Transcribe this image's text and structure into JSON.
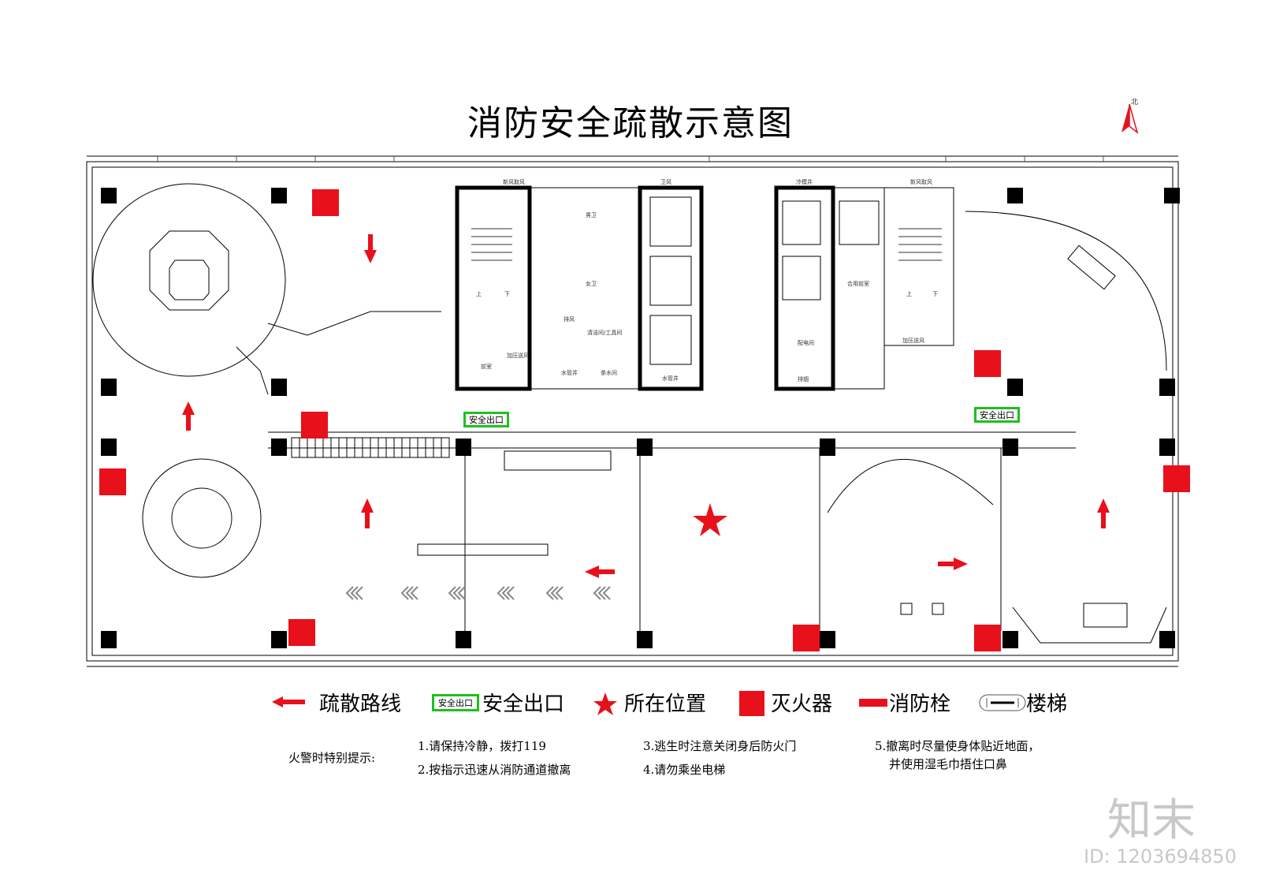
{
  "title": "消防安全疏散示意图",
  "compass": {
    "label": "北"
  },
  "exit_signs": [
    "安全出口",
    "安全出口"
  ],
  "room_labels": {
    "fresh_air_1": "新风取风",
    "toilet_vent": "卫风",
    "cold_tower": "冷模井",
    "fresh_air_2": "新风取风",
    "men": "男卫",
    "women": "女卫",
    "exhaust": "排风",
    "janitor": "清洁间/工具间",
    "pressure_1": "加压送风",
    "water_shaft": "水管井",
    "front_room_1": "前室",
    "tea_room": "茶水间",
    "water_well": "水管井",
    "combined_room": "合用前室",
    "power_room": "配电间",
    "smoke": "排烟",
    "pressure_2": "加压送风",
    "up1": "上",
    "down1": "下",
    "up2": "上",
    "down2": "下"
  },
  "legend": {
    "evac_route": "疏散路线",
    "exit_icon": "安全出口",
    "exit": "安全出口",
    "location": "所在位置",
    "extinguisher": "灭火器",
    "hydrant": "消防栓",
    "stairs": "楼梯"
  },
  "tips": {
    "heading": "火警时特别提示:",
    "t1": "1.请保持冷静，拨打119",
    "t2": "2.按指示迅速从消防通道撤离",
    "t3": "3.逃生时注意关闭身后防火门",
    "t4": "4.请勿乘坐电梯",
    "t5a": "5.撤离时尽量使身体贴近地面，",
    "t5b": "并使用湿毛巾捂住口鼻"
  },
  "watermark": {
    "logo": "知末",
    "id": "ID: 1203694850"
  },
  "colors": {
    "red": "#e8101a",
    "green": "#1ec01e",
    "line": "#000000",
    "watermark": "#d8d8d8"
  },
  "icons": [
    "north-arrow-icon",
    "evacuation-arrow-icon",
    "star-icon",
    "fire-extinguisher-icon",
    "hydrant-icon",
    "stairs-icon"
  ]
}
